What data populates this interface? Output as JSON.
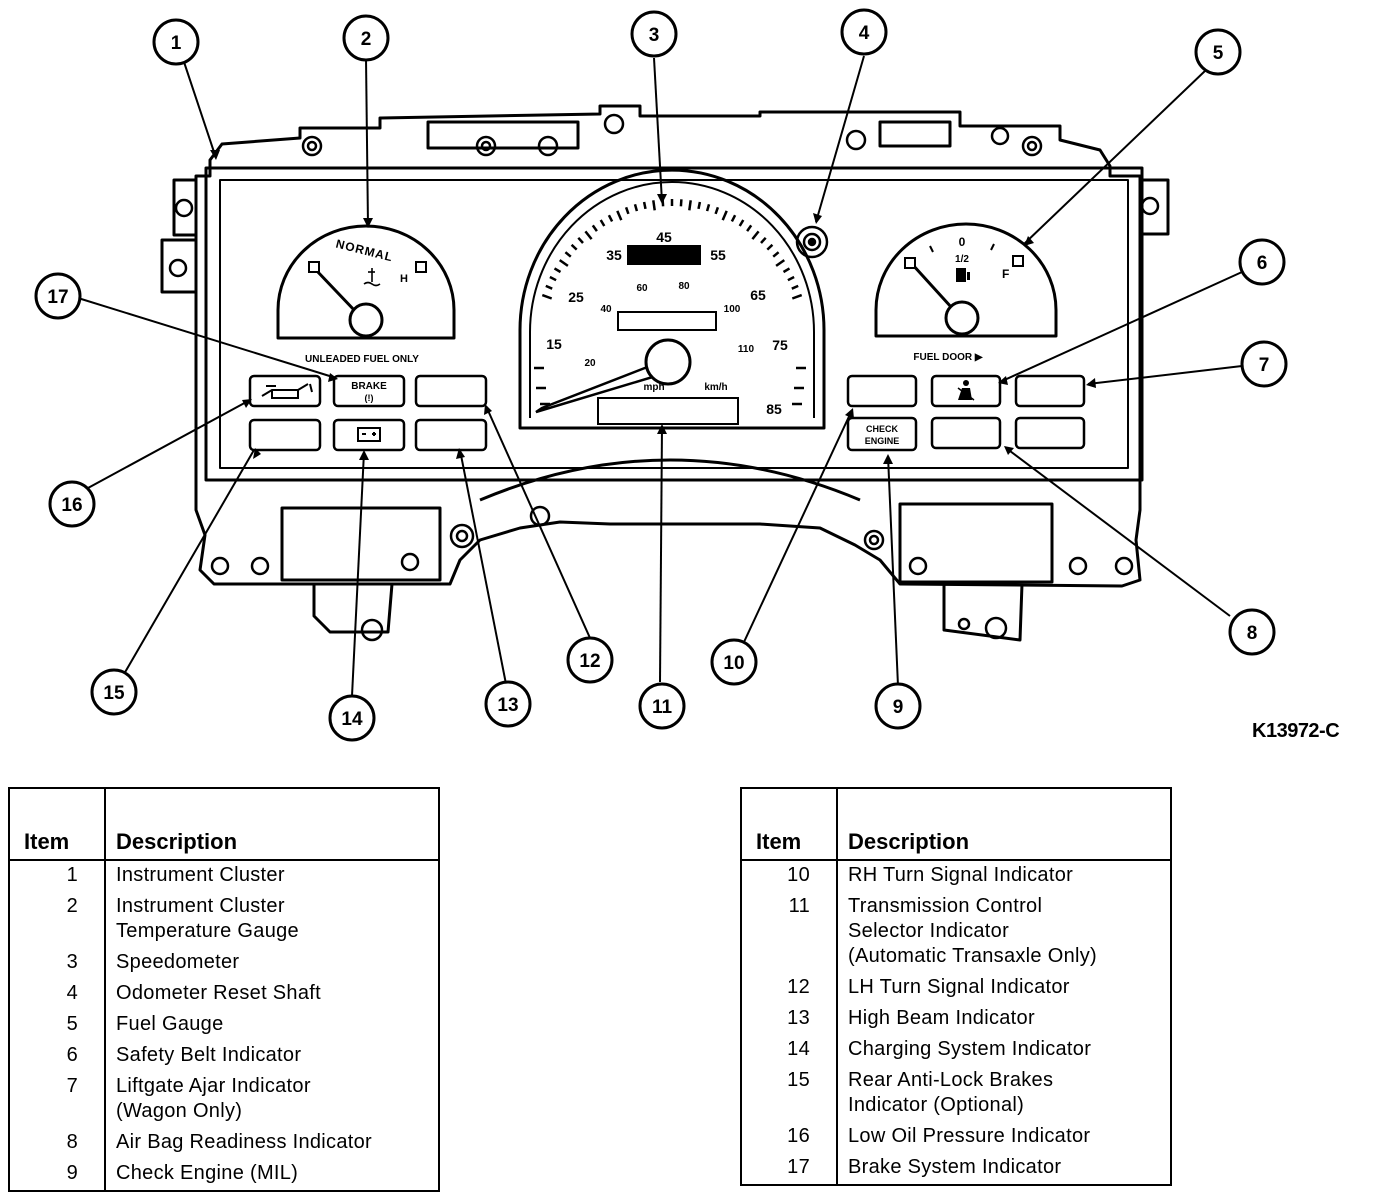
{
  "figure_id": "K13972-C",
  "callouts": [
    "1",
    "2",
    "3",
    "4",
    "5",
    "6",
    "7",
    "8",
    "9",
    "10",
    "11",
    "12",
    "13",
    "14",
    "15",
    "16",
    "17"
  ],
  "gauge_labels": {
    "temp_normal": "NORMAL",
    "temp_h": "H",
    "unleaded": "UNLEADED FUEL ONLY",
    "fuel_empty": "0",
    "fuel_half": "1/2",
    "fuel_full": "F",
    "fuel_door": "FUEL DOOR ▶",
    "brake": "BRAKE",
    "brake_symbol": "(!)",
    "check_engine_1": "CHECK",
    "check_engine_2": "ENGINE"
  },
  "speedometer": {
    "mph_ticks": [
      "15",
      "25",
      "35",
      "45",
      "55",
      "65",
      "75",
      "85"
    ],
    "kmh_ticks": [
      "20",
      "40",
      "60",
      "80",
      "100",
      "110"
    ],
    "mph_label": "mph",
    "kmh_label": "km/h"
  },
  "legend_left": {
    "header_item": "Item",
    "header_desc": "Description",
    "rows": [
      {
        "item": "1",
        "lines": [
          "Instrument Cluster"
        ]
      },
      {
        "item": "2",
        "lines": [
          "Instrument Cluster",
          "Temperature Gauge"
        ]
      },
      {
        "item": "3",
        "lines": [
          "Speedometer"
        ]
      },
      {
        "item": "4",
        "lines": [
          "Odometer Reset Shaft"
        ]
      },
      {
        "item": "5",
        "lines": [
          "Fuel Gauge"
        ]
      },
      {
        "item": "6",
        "lines": [
          "Safety Belt Indicator"
        ]
      },
      {
        "item": "7",
        "lines": [
          "Liftgate Ajar Indicator",
          "(Wagon Only)"
        ]
      },
      {
        "item": "8",
        "lines": [
          "Air Bag Readiness Indicator"
        ]
      },
      {
        "item": "9",
        "lines": [
          "Check Engine (MIL)"
        ]
      }
    ]
  },
  "legend_right": {
    "header_item": "Item",
    "header_desc": "Description",
    "rows": [
      {
        "item": "10",
        "lines": [
          "RH Turn Signal Indicator"
        ]
      },
      {
        "item": "11",
        "lines": [
          "Transmission Control",
          "Selector Indicator",
          "(Automatic Transaxle Only)"
        ]
      },
      {
        "item": "12",
        "lines": [
          "LH Turn Signal Indicator"
        ]
      },
      {
        "item": "13",
        "lines": [
          "High Beam Indicator"
        ]
      },
      {
        "item": "14",
        "lines": [
          "Charging System Indicator"
        ]
      },
      {
        "item": "15",
        "lines": [
          "Rear Anti-Lock Brakes",
          "Indicator (Optional)"
        ]
      },
      {
        "item": "16",
        "lines": [
          "Low Oil Pressure Indicator"
        ]
      },
      {
        "item": "17",
        "lines": [
          "Brake System Indicator"
        ]
      }
    ]
  }
}
